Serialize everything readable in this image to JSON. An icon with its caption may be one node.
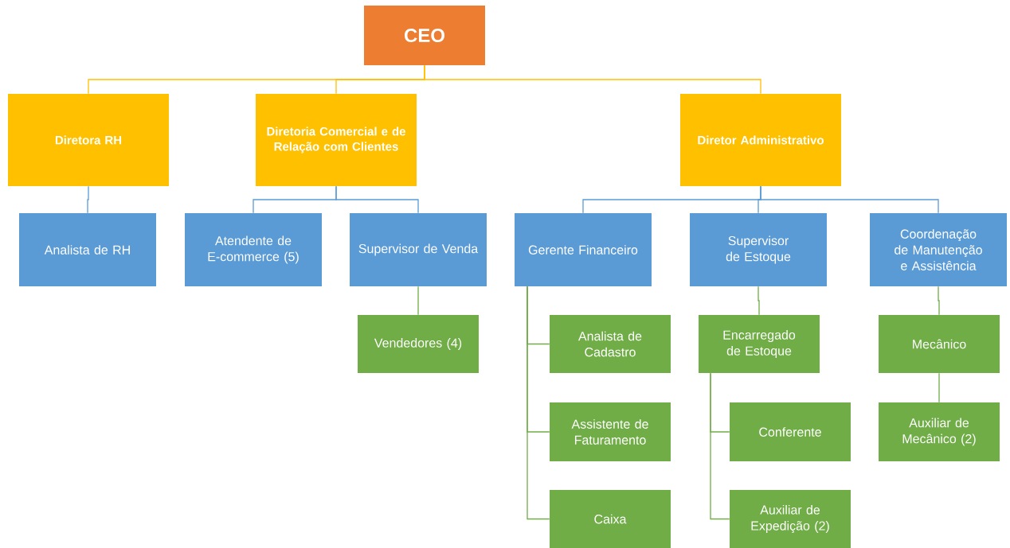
{
  "diagram": {
    "nodes": [
      {
        "text": [
          "CEO"
        ]
      },
      {
        "text": [
          "Diretora RH"
        ]
      },
      {
        "text": [
          "Diretoria Comercial e de Relação com Clientes"
        ]
      },
      {
        "text": [
          "Diretor Administrativo"
        ]
      },
      {
        "text": [
          "Analista de RH"
        ]
      },
      {
        "text": [
          "Atendente de E-commerce (5)"
        ]
      },
      {
        "text": [
          "Supervisor de Venda"
        ]
      },
      {
        "text": [
          "Gerente Financeiro"
        ]
      },
      {
        "text": [
          "Supervisor de Estoque"
        ]
      },
      {
        "text": [
          "Coordenação de Manutenção e Assistência"
        ]
      },
      {
        "text": [
          "Vendedores (4)"
        ]
      },
      {
        "text": [
          "Analista de Cadastro"
        ]
      },
      {
        "text": [
          "Assistente de Faturamento"
        ]
      },
      {
        "text": [
          "Caixa"
        ]
      },
      {
        "text": [
          "Encarregado de Estoque"
        ]
      },
      {
        "text": [
          "Conferente"
        ]
      },
      {
        "text": [
          "Auxiliar de Expedição (2)"
        ]
      },
      {
        "text": [
          "Mecânico"
        ]
      },
      {
        "text": [
          "Auxiliar de Mecânico (2)"
        ]
      }
    ],
    "edges": [
      {
        "from": 0,
        "to": 1,
        "arrow": "none",
        "color": "#ffc000"
      },
      {
        "from": 0,
        "to": 2,
        "arrow": "none",
        "color": "#ffc000"
      },
      {
        "from": 0,
        "to": 3,
        "arrow": "none",
        "color": "#ffc000"
      },
      {
        "from": 1,
        "to": 4,
        "arrow": "none",
        "color": "#5b9bd5"
      },
      {
        "from": 2,
        "to": 5,
        "arrow": "none",
        "color": "#5b9bd5"
      },
      {
        "from": 2,
        "to": 6,
        "arrow": "none",
        "color": "#5b9bd5"
      },
      {
        "from": 3,
        "to": 7,
        "arrow": "none",
        "color": "#5b9bd5"
      },
      {
        "from": 3,
        "to": 8,
        "arrow": "none",
        "color": "#5b9bd5"
      },
      {
        "from": 3,
        "to": 9,
        "arrow": "none",
        "color": "#5b9bd5"
      },
      {
        "from": 6,
        "to": 10,
        "arrow": "none"
      },
      {
        "from": 7,
        "to": 11,
        "arrow": "none"
      },
      {
        "from": 7,
        "to": 12,
        "arrow": "none"
      },
      {
        "from": 7,
        "to": 13,
        "arrow": "none"
      },
      {
        "from": 8,
        "to": 14,
        "arrow": "none"
      },
      {
        "from": 14,
        "to": 15,
        "arrow": "none"
      },
      {
        "from": 14,
        "to": 16,
        "arrow": "none"
      },
      {
        "from": 9,
        "to": 17,
        "arrow": "none"
      },
      {
        "from": 17,
        "to": 18,
        "arrow": "none"
      }
    ]
  }
}
